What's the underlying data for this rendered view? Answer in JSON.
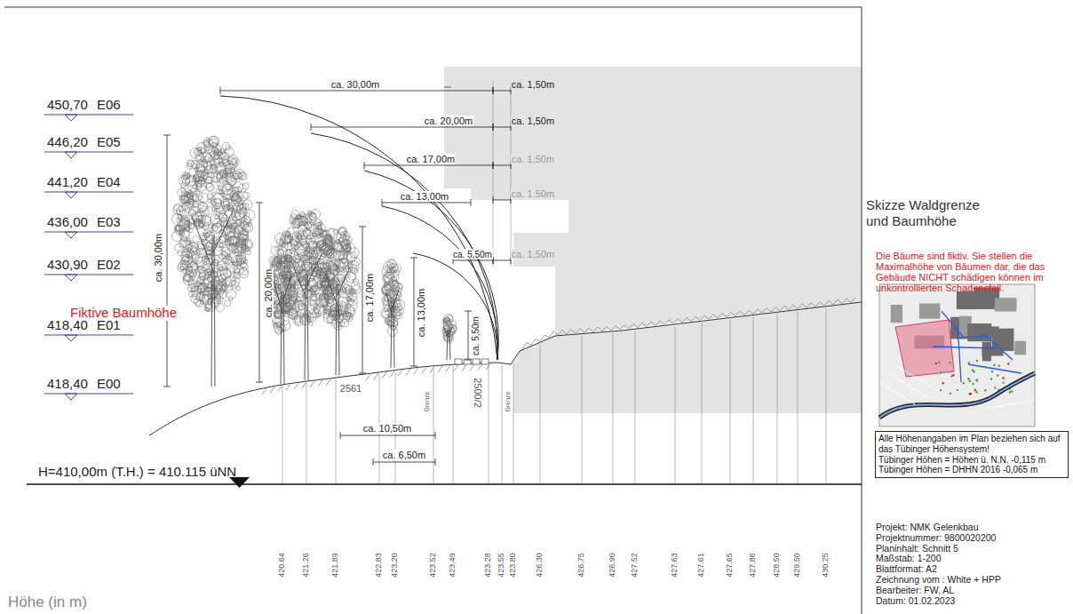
{
  "diagram": {
    "title": "Skizze Waldgrenze und Baumhöhe",
    "nodes": [
      {
        "text": [
          "Alle Höhenangaben im Plan beziehen sich auf das Tübinger Höhensystem!",
          "Tübinger Höhen = Höhen ü. N.N. -0,115 m",
          "Tübinger Höhen = DHHN 2016 -0,065 m"
        ]
      }
    ],
    "labels": [
      "450,70",
      "E06",
      "446,20",
      "E05",
      "441,20",
      "E04",
      "436,00",
      "E03",
      "430,90",
      "E02",
      "418,40",
      "E01",
      "418,40",
      "E00",
      "Fiktive Baumhöhe",
      "ca. 30,00m",
      "ca. 1,50m",
      "ca. 20,00m",
      "ca. 1,50m",
      "ca. 17,00m",
      "ca. 1,50m",
      "ca. 13,00m",
      "ca. 1,50m",
      "ca. 5,50m",
      "ca. 1,50m",
      "ca. 30,00m",
      "ca. 20,00m",
      "ca. 17,00m",
      "ca. 13,00m",
      "ca. 5,50m",
      "2561",
      "Grenze",
      "2500/2",
      "Grenze",
      "ca. 10,50m",
      "ca. 6,50m",
      "H=410,00m (T.H.) = 410.115 üNN",
      "420.64",
      "421.26",
      "421.89",
      "422.83",
      "423.20",
      "423.52",
      "423.49",
      "423.28",
      "423.55",
      "423.80",
      "426.30",
      "426.75",
      "426.90",
      "427.52",
      "427.63",
      "427.61",
      "427.65",
      "427.86",
      "428.50",
      "429.50",
      "430.25",
      "Höhe (in m)",
      "Die Bäume sind fiktiv. Sie stellen die Maximalhöhe von Bäumen dar, die das Gebäude NICHT schädigen können im unkontrollierten Schadensfall.",
      "Projekt: NMK Gelenkbau",
      "Projektnummer: 9800020200",
      "Planinhalt: Schnitt 5",
      "Maßstab: 1-200",
      "Blattformat: A2",
      "Zeichnung vom : White + HPP",
      "Bearbeiter: FW, AL",
      "Datum: 01.02.2023"
    ]
  }
}
